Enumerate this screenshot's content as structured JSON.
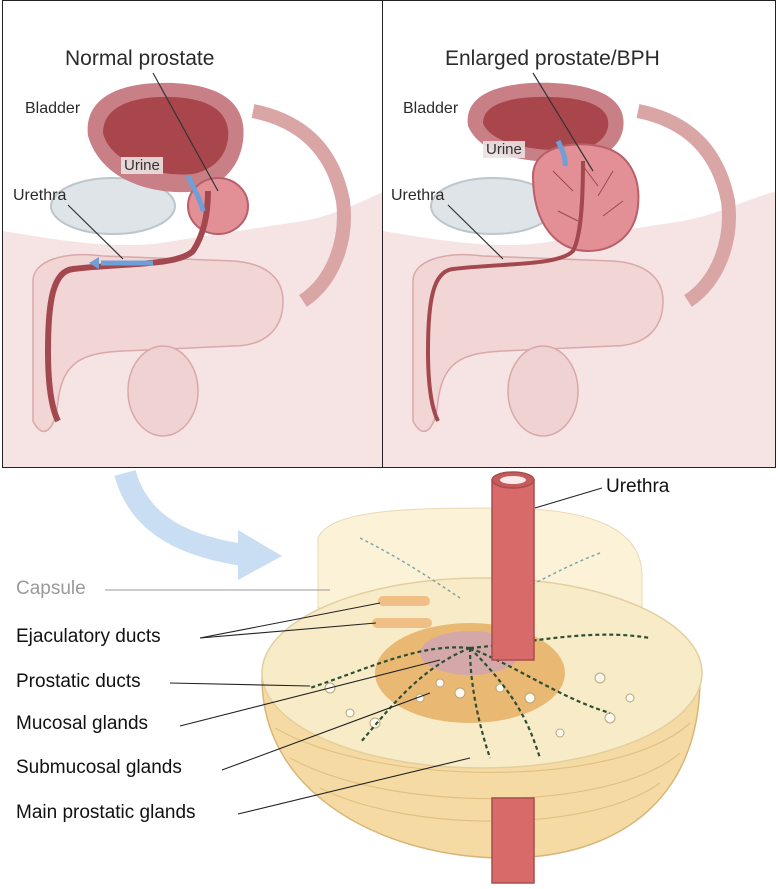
{
  "top_left": {
    "title": "Normal prostate",
    "bladder": "Bladder",
    "urine": "Urine",
    "urethra": "Urethra"
  },
  "top_right": {
    "title": "Enlarged prostate/BPH",
    "bladder": "Bladder",
    "urine": "Urine",
    "urethra": "Urethra"
  },
  "cross_section": {
    "urethra": "Urethra",
    "capsule": "Capsule",
    "ejaculatory_ducts": "Ejaculatory ducts",
    "prostatic_ducts": "Prostatic ducts",
    "mucosal_glands": "Mucosal glands",
    "submucosal_glands": "Submucosal glands",
    "main_prostatic_glands": "Main prostatic glands"
  },
  "colors": {
    "tissue_pink": "#e9c3c3",
    "bladder_wall": "#c97f86",
    "bladder_inner": "#a8464c",
    "prostate": "#e38f96",
    "urethra_red": "#d96a6a",
    "urine_blue": "#6e9fd6",
    "gland_cream": "#f7ecc7",
    "gland_tan": "#e9b873",
    "arrow_blue": "#c9def2"
  }
}
